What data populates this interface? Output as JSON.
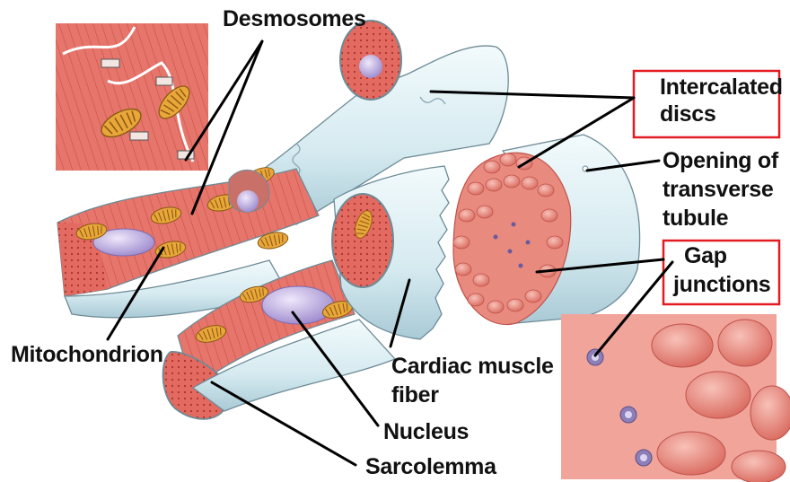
{
  "labels": {
    "desmosomes": "Desmosomes",
    "intercalated_discs": [
      "Intercalated",
      "discs"
    ],
    "opening_of_transverse_tubule": [
      "Opening of",
      "transverse",
      "tubule"
    ],
    "gap_junctions": [
      "Gap",
      "junctions"
    ],
    "mitochondrion": "Mitochondrion",
    "cardiac_muscle_fiber": [
      "Cardiac muscle",
      "fiber"
    ],
    "nucleus": "Nucleus",
    "sarcolemma": "Sarcolemma"
  },
  "colors": {
    "highlight_box": "#e31b23",
    "muscle_tissue": "#e0665c",
    "sarcolemma_membrane": "#d7ecf1",
    "nucleus": "#b7a6dd",
    "mitochondrion": "#d9952a",
    "leader_line": "#000000"
  }
}
